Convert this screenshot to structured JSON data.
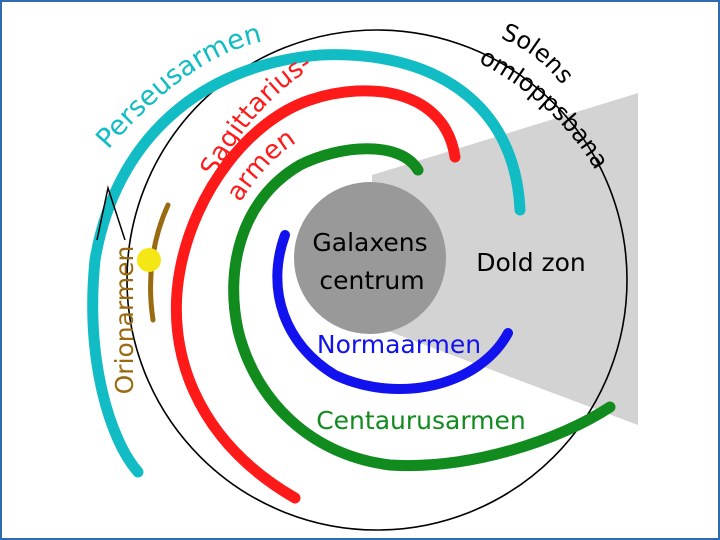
{
  "colors": {
    "frame": "#2e6bb0",
    "perseus": "#12bcc4",
    "sagittarius": "#ff1a1a",
    "centaurus": "#118a1e",
    "norma": "#1212ee",
    "orion": "#9a6a10",
    "sun": "#f5e616",
    "core": "#999999",
    "dead_zone": "#d3d3d3",
    "orbit": "#000000"
  },
  "labels": {
    "core_line1": "Galaxens",
    "core_line2": "centrum",
    "dead_zone": "Dold zon",
    "orbit_line1": "Solens",
    "orbit_line2": "omloppsbana",
    "perseus": "Perseusarmen",
    "sagittarius_line1": "Sagittarius-",
    "sagittarius_line2": "armen",
    "orion": "Orionarmen",
    "norma": "Normaarmen",
    "centaurus": "Centaurusarmen"
  }
}
